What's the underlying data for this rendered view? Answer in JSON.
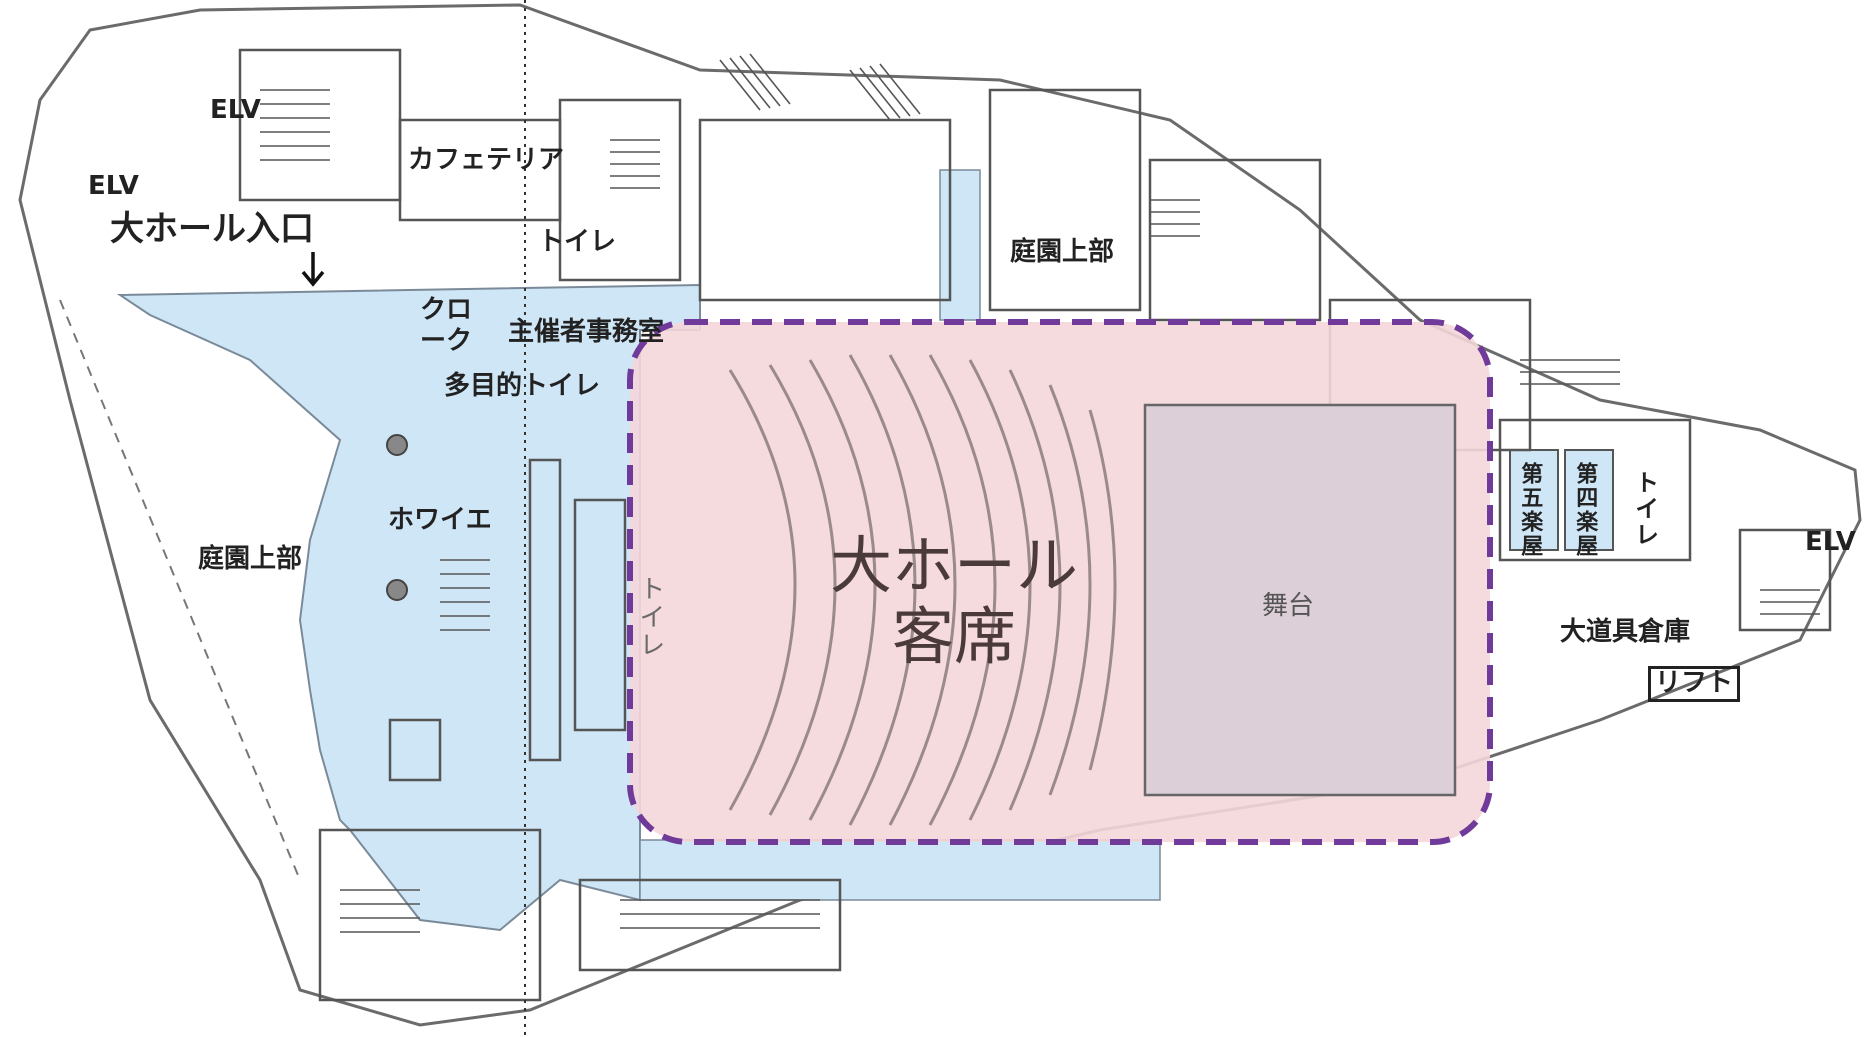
{
  "labels": {
    "elv_top": "ELV",
    "elv_left": "ELV",
    "elv_right": "ELV",
    "cafeteria": "カフェテリア",
    "toilet_top": "トイレ",
    "garden_upper_top": "庭園上部",
    "hall_entrance": "大ホール入口",
    "cloak_line1": "クロ",
    "cloak_line2": "ーク",
    "organizer_office": "主催者事務室",
    "multipurpose_toilet": "多目的トイレ",
    "foyer": "ホワイエ",
    "garden_upper_left": "庭園上部",
    "toilet_vertical": "トイレ",
    "hall_seating_line1": "大ホール",
    "hall_seating_line2": "客席",
    "stage": "舞台",
    "dressing_room_5": "第五楽屋",
    "dressing_room_4": "第四楽屋",
    "toilet_right": "トイレ",
    "large_props_storage": "大道具倉庫",
    "lift": "リフト"
  },
  "colors": {
    "foyer_fill": "#cfe6f7",
    "highlight_fill": "#f4d6da",
    "highlight_border": "#6f3a9a",
    "line": "#6b6b6b"
  },
  "icons": {
    "entrance_arrow": "arrow-down-icon"
  }
}
